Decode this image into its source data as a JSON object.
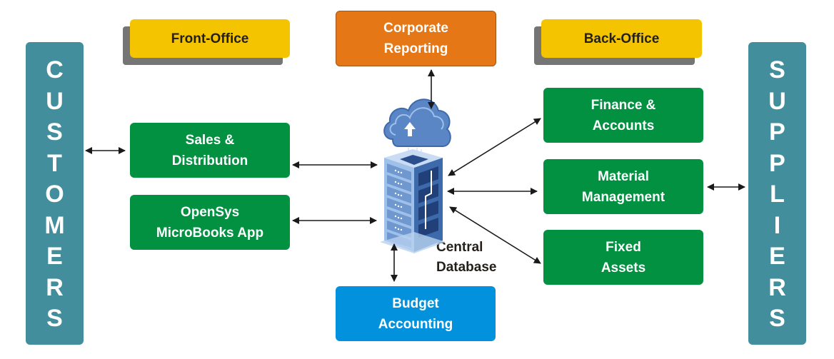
{
  "diagram": {
    "customers": {
      "label": "CUSTOMERS",
      "letters": [
        "C",
        "U",
        "S",
        "T",
        "O",
        "M",
        "E",
        "R",
        "S"
      ]
    },
    "suppliers": {
      "label": "SUPPLIERS",
      "letters": [
        "S",
        "U",
        "P",
        "P",
        "L",
        "I",
        "E",
        "R",
        "S"
      ]
    },
    "front_office": "Front-Office",
    "back_office": "Back-Office",
    "corporate_reporting": "Corporate\nReporting",
    "sales_distribution": "Sales &\nDistribution",
    "opensys_app": "OpenSys\nMicroBooks App",
    "finance_accounts": "Finance &\nAccounts",
    "material_management": "Material\nManagement",
    "fixed_assets": "Fixed\nAssets",
    "budget_accounting": "Budget\nAccounting",
    "central_database": "Central\nDatabase",
    "central_database_icon": "cloud-server-icon"
  },
  "colors": {
    "side_bar": "#428e9c",
    "module_green": "#019140",
    "reporting_orange": "#e57716",
    "budget_blue": "#0291dc",
    "office_yellow": "#f5c400",
    "office_shadow": "#757575"
  },
  "connections": [
    {
      "from": "customers",
      "to": "sales_distribution",
      "type": "bidirectional"
    },
    {
      "from": "sales_distribution",
      "to": "central_database",
      "type": "bidirectional"
    },
    {
      "from": "opensys_app",
      "to": "central_database",
      "type": "bidirectional"
    },
    {
      "from": "corporate_reporting",
      "to": "central_database",
      "type": "bidirectional"
    },
    {
      "from": "budget_accounting",
      "to": "central_database",
      "type": "bidirectional"
    },
    {
      "from": "central_database",
      "to": "finance_accounts",
      "type": "bidirectional"
    },
    {
      "from": "central_database",
      "to": "material_management",
      "type": "bidirectional"
    },
    {
      "from": "central_database",
      "to": "fixed_assets",
      "type": "bidirectional"
    },
    {
      "from": "material_management",
      "to": "suppliers",
      "type": "bidirectional"
    }
  ]
}
